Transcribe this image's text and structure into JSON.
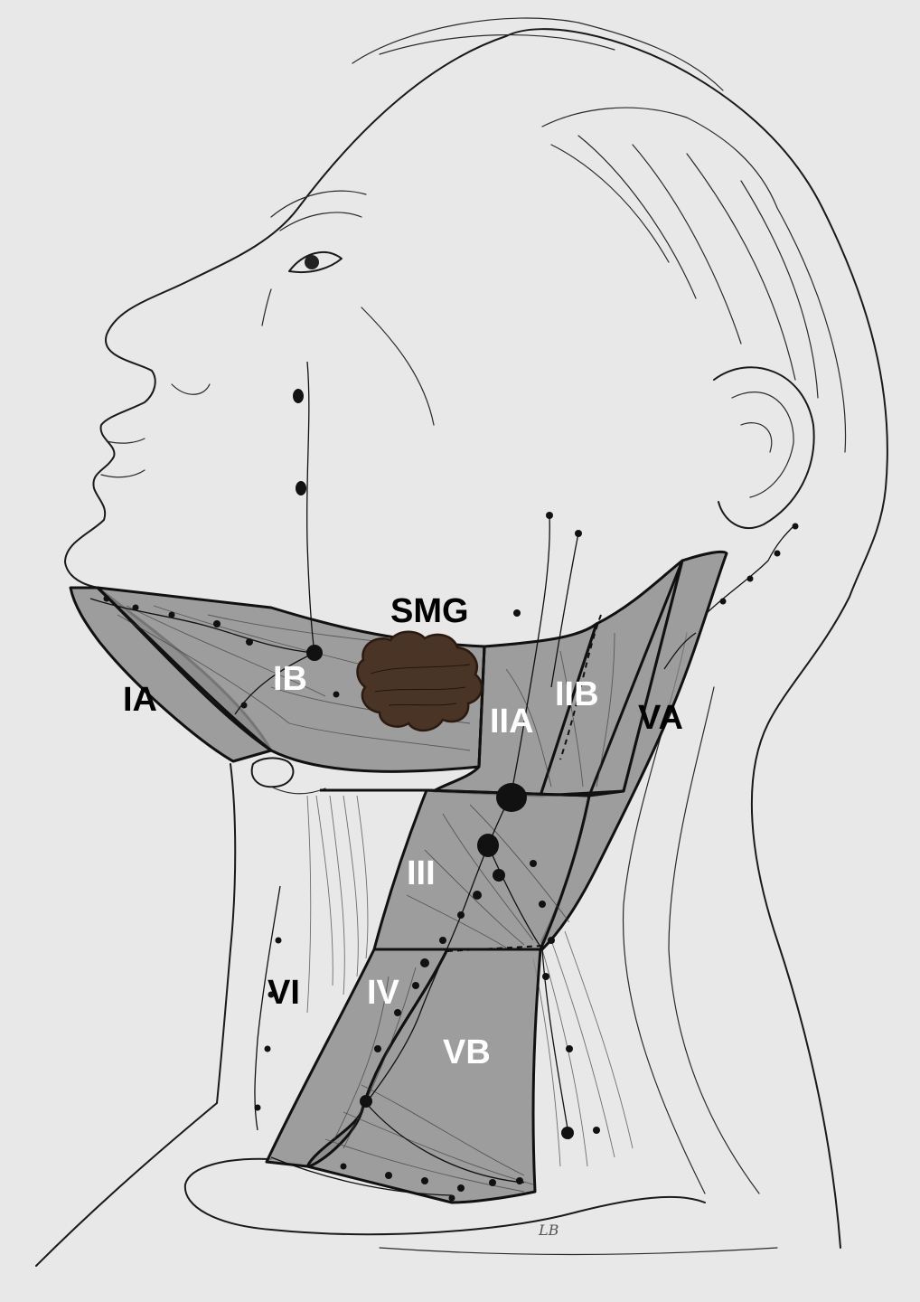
{
  "labels": {
    "smg": "SMG",
    "ia": "IA",
    "ib": "IB",
    "iia": "IIA",
    "iib": "IIB",
    "iii": "III",
    "iv": "IV",
    "va": "VA",
    "vb": "VB",
    "vi": "VI"
  },
  "colors": {
    "background": "#e8e8e8",
    "region_fill": "#8c8c8c",
    "submandibular_gland": "#4a3426",
    "label_light": "#ffffff",
    "label_dark": "#000000"
  }
}
